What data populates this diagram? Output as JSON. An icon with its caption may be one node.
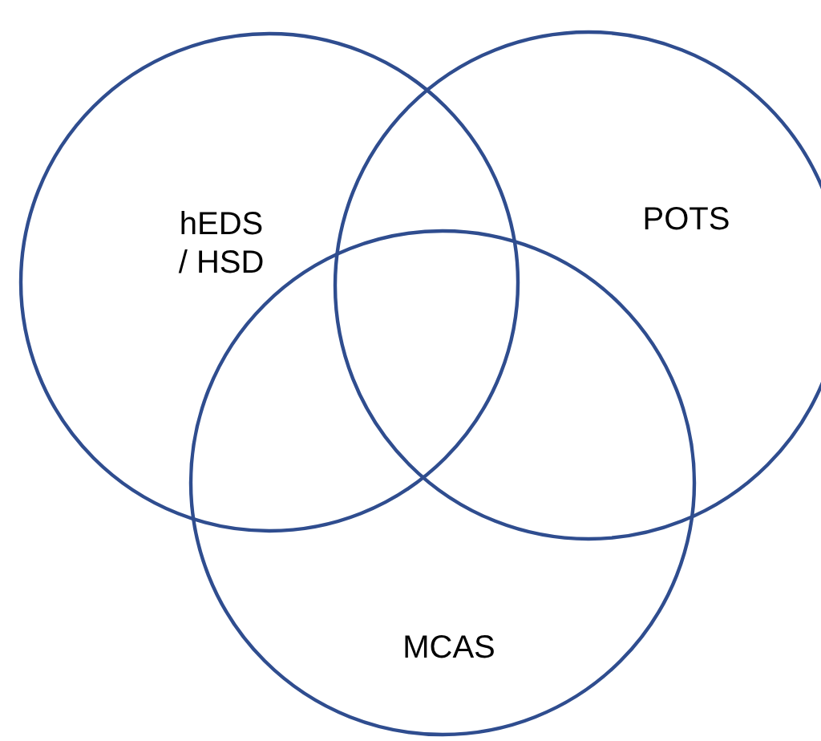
{
  "diagram": {
    "nodes": [
      {
        "text": [
          "hEDS / HSD"
        ]
      },
      {
        "text": [
          "POTS"
        ]
      },
      {
        "text": [
          "MCAS"
        ]
      }
    ]
  }
}
